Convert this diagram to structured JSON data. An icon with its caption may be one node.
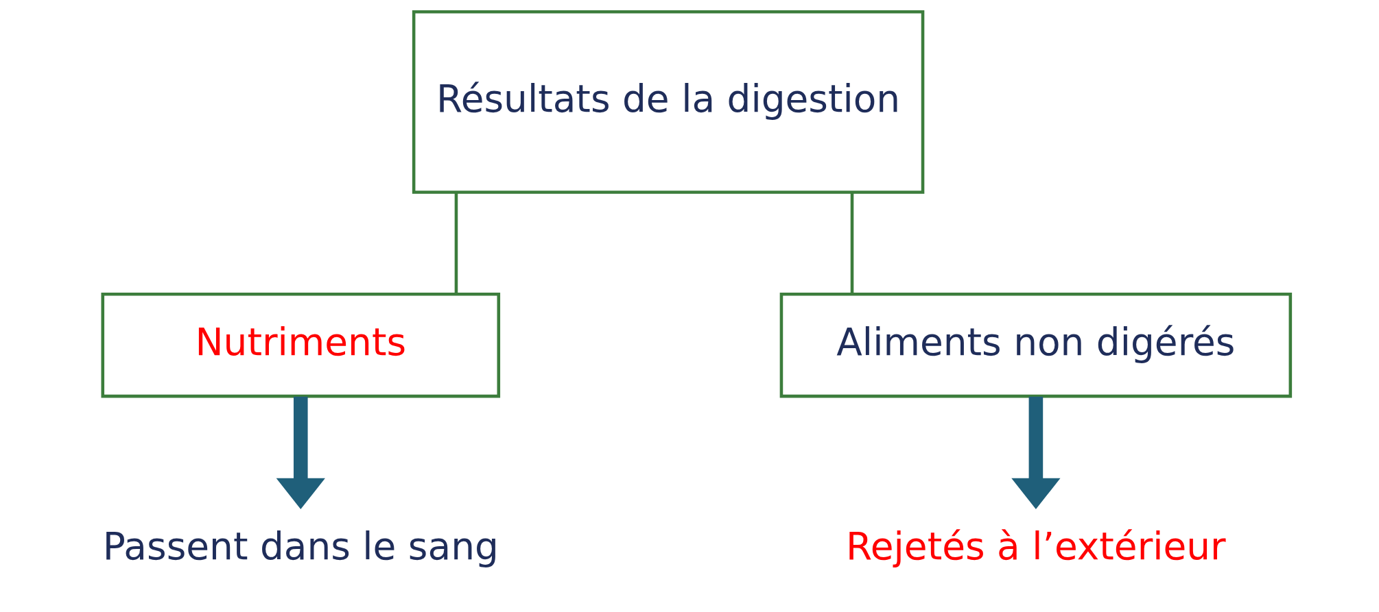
{
  "diagram": {
    "nodes": [
      {
        "text": [
          "Résultats de la digestion"
        ]
      },
      {
        "text": [
          "Nutriments"
        ]
      },
      {
        "text": [
          "Aliments non digérés"
        ]
      },
      {
        "text": [
          "Passent dans le sang"
        ]
      },
      {
        "text": [
          "Rejetés à l’extérieur"
        ]
      }
    ],
    "edges": [
      {
        "from": 0,
        "to": 1,
        "arrow": "none"
      },
      {
        "from": 0,
        "to": 2,
        "arrow": "none"
      },
      {
        "from": 1,
        "to": 3,
        "arrow": "to",
        "style": "thick",
        "color": "#1f5f7a"
      },
      {
        "from": 2,
        "to": 4,
        "arrow": "to",
        "style": "thick",
        "color": "#1f5f7a"
      }
    ]
  }
}
